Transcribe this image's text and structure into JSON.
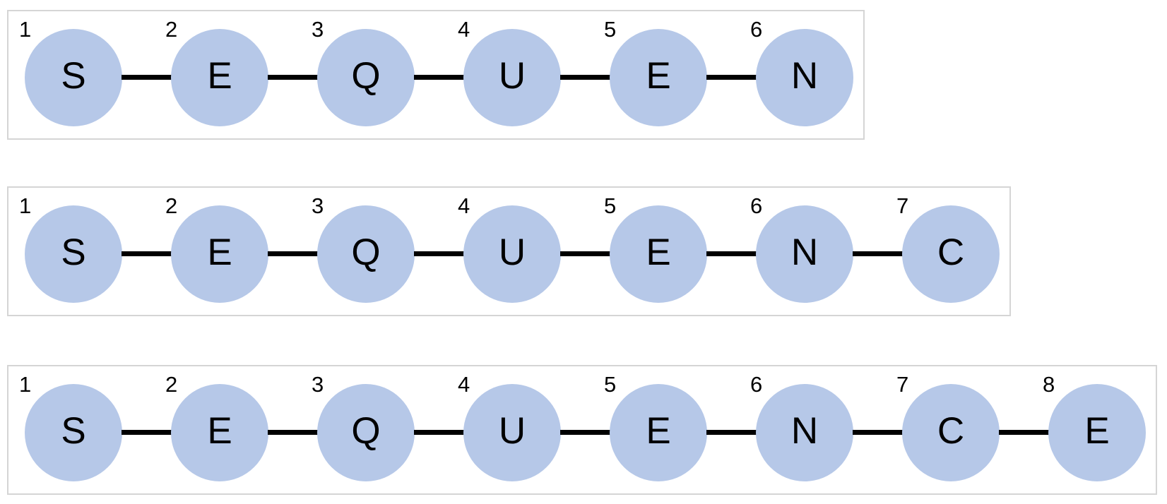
{
  "colors": {
    "background": "#ffffff",
    "node_fill": "#b6c8e8",
    "connector": "#000000",
    "box_border": "#d5d5d5",
    "text": "#000000"
  },
  "rows": [
    {
      "name": "sequence-row-1",
      "nodes": [
        {
          "number": "1",
          "letter": "S"
        },
        {
          "number": "2",
          "letter": "E"
        },
        {
          "number": "3",
          "letter": "Q"
        },
        {
          "number": "4",
          "letter": "U"
        },
        {
          "number": "5",
          "letter": "E"
        },
        {
          "number": "6",
          "letter": "N"
        }
      ]
    },
    {
      "name": "sequence-row-2",
      "nodes": [
        {
          "number": "1",
          "letter": "S"
        },
        {
          "number": "2",
          "letter": "E"
        },
        {
          "number": "3",
          "letter": "Q"
        },
        {
          "number": "4",
          "letter": "U"
        },
        {
          "number": "5",
          "letter": "E"
        },
        {
          "number": "6",
          "letter": "N"
        },
        {
          "number": "7",
          "letter": "C"
        }
      ]
    },
    {
      "name": "sequence-row-3",
      "nodes": [
        {
          "number": "1",
          "letter": "S"
        },
        {
          "number": "2",
          "letter": "E"
        },
        {
          "number": "3",
          "letter": "Q"
        },
        {
          "number": "4",
          "letter": "U"
        },
        {
          "number": "5",
          "letter": "E"
        },
        {
          "number": "6",
          "letter": "N"
        },
        {
          "number": "7",
          "letter": "C"
        },
        {
          "number": "8",
          "letter": "E"
        }
      ]
    }
  ]
}
